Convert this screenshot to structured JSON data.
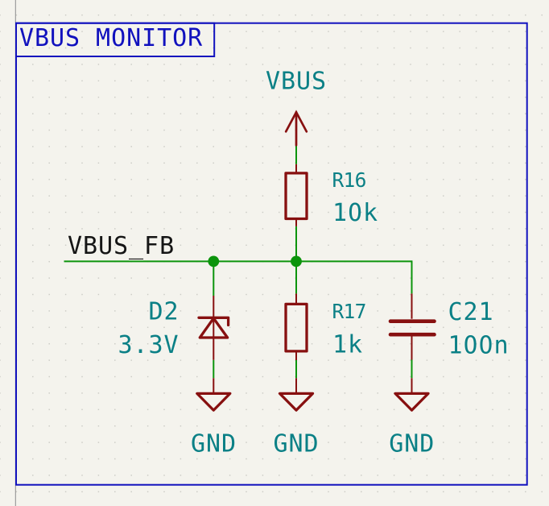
{
  "canvas": {
    "region_label": "VBUS MONITOR",
    "net_labels": {
      "vbus_fb": "VBUS_FB"
    },
    "power_ports": {
      "vbus": "VBUS",
      "gnd1": "GND",
      "gnd2": "GND",
      "gnd3": "GND"
    },
    "components": {
      "r16": {
        "ref": "R16",
        "value": "10k"
      },
      "r17": {
        "ref": "R17",
        "value": "1k"
      },
      "d2": {
        "ref": "D2",
        "value": "3.3V"
      },
      "c21": {
        "ref": "C21",
        "value": "100n"
      }
    },
    "colors": {
      "bg": "#F4F3ED",
      "grid": "#C8C8C2",
      "wire": "#0C940C",
      "device": "#871010",
      "fields": "#0B8086",
      "notes": "#1111BE",
      "label": "#151515",
      "pageline": "#8C8C8C"
    }
  }
}
